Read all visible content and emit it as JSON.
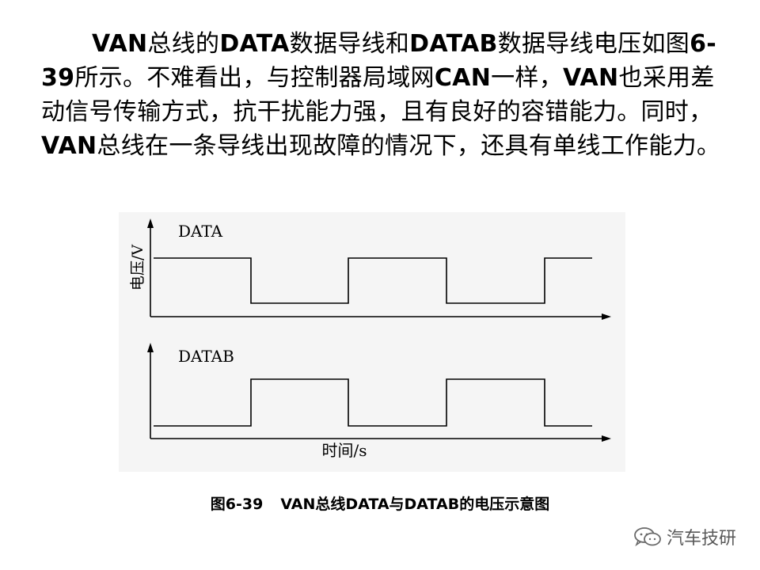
{
  "paragraph": {
    "segments": [
      {
        "text": "VAN",
        "bold": true
      },
      {
        "text": "总线的",
        "bold": false
      },
      {
        "text": "DATA",
        "bold": true
      },
      {
        "text": "数据导线和",
        "bold": false
      },
      {
        "text": "DATAB",
        "bold": true
      },
      {
        "text": "数据导线电压如图",
        "bold": false
      },
      {
        "text": "6-39",
        "bold": true
      },
      {
        "text": "所示。不难看出，与控制器局域网",
        "bold": false
      },
      {
        "text": "CAN",
        "bold": true
      },
      {
        "text": "一样，",
        "bold": false
      },
      {
        "text": "VAN",
        "bold": true
      },
      {
        "text": "也采用差动信号传输方式，抗干扰能力强，且有良好的容错能力。同时，",
        "bold": false
      },
      {
        "text": "VAN",
        "bold": true
      },
      {
        "text": "总线在一条导线出现故障的情况下，还具有单线工作能力。",
        "bold": false
      }
    ]
  },
  "figure": {
    "y_axis_label": "电压/V",
    "x_axis_label": "时间/s",
    "signals": [
      {
        "name": "DATA",
        "levels": [
          1,
          0,
          1,
          0,
          1
        ]
      },
      {
        "name": "DATAB",
        "levels": [
          0,
          1,
          0,
          1,
          0
        ]
      }
    ]
  },
  "caption": {
    "number": "图6-39",
    "title": "VAN总线DATA与DATAB的电压示意图"
  },
  "watermark": {
    "text": "汽车技研",
    "icon": "chat-bubble-icon"
  }
}
